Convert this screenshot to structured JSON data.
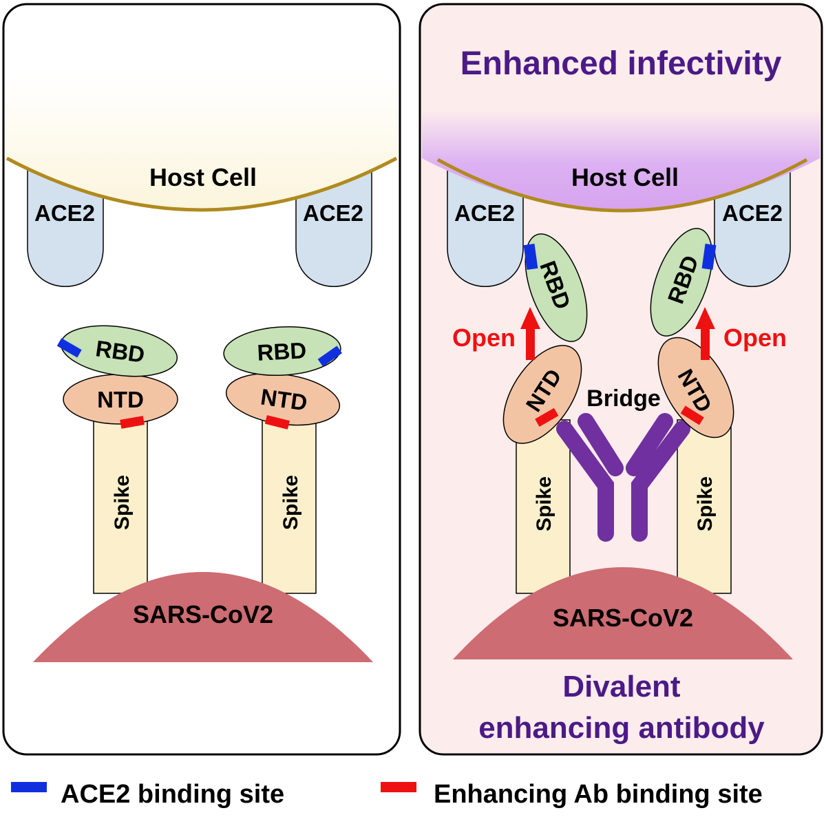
{
  "colors": {
    "right_panel_bg": "#fcecec",
    "host_cell_left": "#fcf5dc",
    "host_cell_right": "#d9a8f0",
    "membrane": "#b08a1e",
    "ace2": "#d3e0ee",
    "rbd": "#c6e2b6",
    "ntd": "#f3c4a4",
    "spike": "#fbf0cb",
    "virus": "#cd6c72",
    "ace2_site": "#1030e0",
    "ab_site": "#ee1111",
    "antibody": "#7030a0",
    "title_text": "#4b1a86",
    "open_arrow": "#ee1111"
  },
  "left_panel": {
    "host_cell": "Host Cell",
    "ace2_left": "ACE2",
    "ace2_right": "ACE2",
    "rbd_left": "RBD",
    "rbd_right": "RBD",
    "ntd_left": "NTD",
    "ntd_right": "NTD",
    "spike_left": "Spike",
    "spike_right": "Spike",
    "virus": "SARS-CoV2"
  },
  "right_panel": {
    "title": "Enhanced infectivity",
    "host_cell": "Host Cell",
    "ace2_left": "ACE2",
    "ace2_right": "ACE2",
    "rbd_left": "RBD",
    "rbd_right": "RBD",
    "ntd_left": "NTD",
    "ntd_right": "NTD",
    "open_left": "Open",
    "open_right": "Open",
    "bridge": "Bridge",
    "spike_left": "Spike",
    "spike_right": "Spike",
    "virus": "SARS-CoV2",
    "caption_line1": "Divalent",
    "caption_line2": "enhancing antibody"
  },
  "legend": {
    "ace2_site": "ACE2 binding site",
    "ab_site": "Enhancing Ab binding site"
  }
}
